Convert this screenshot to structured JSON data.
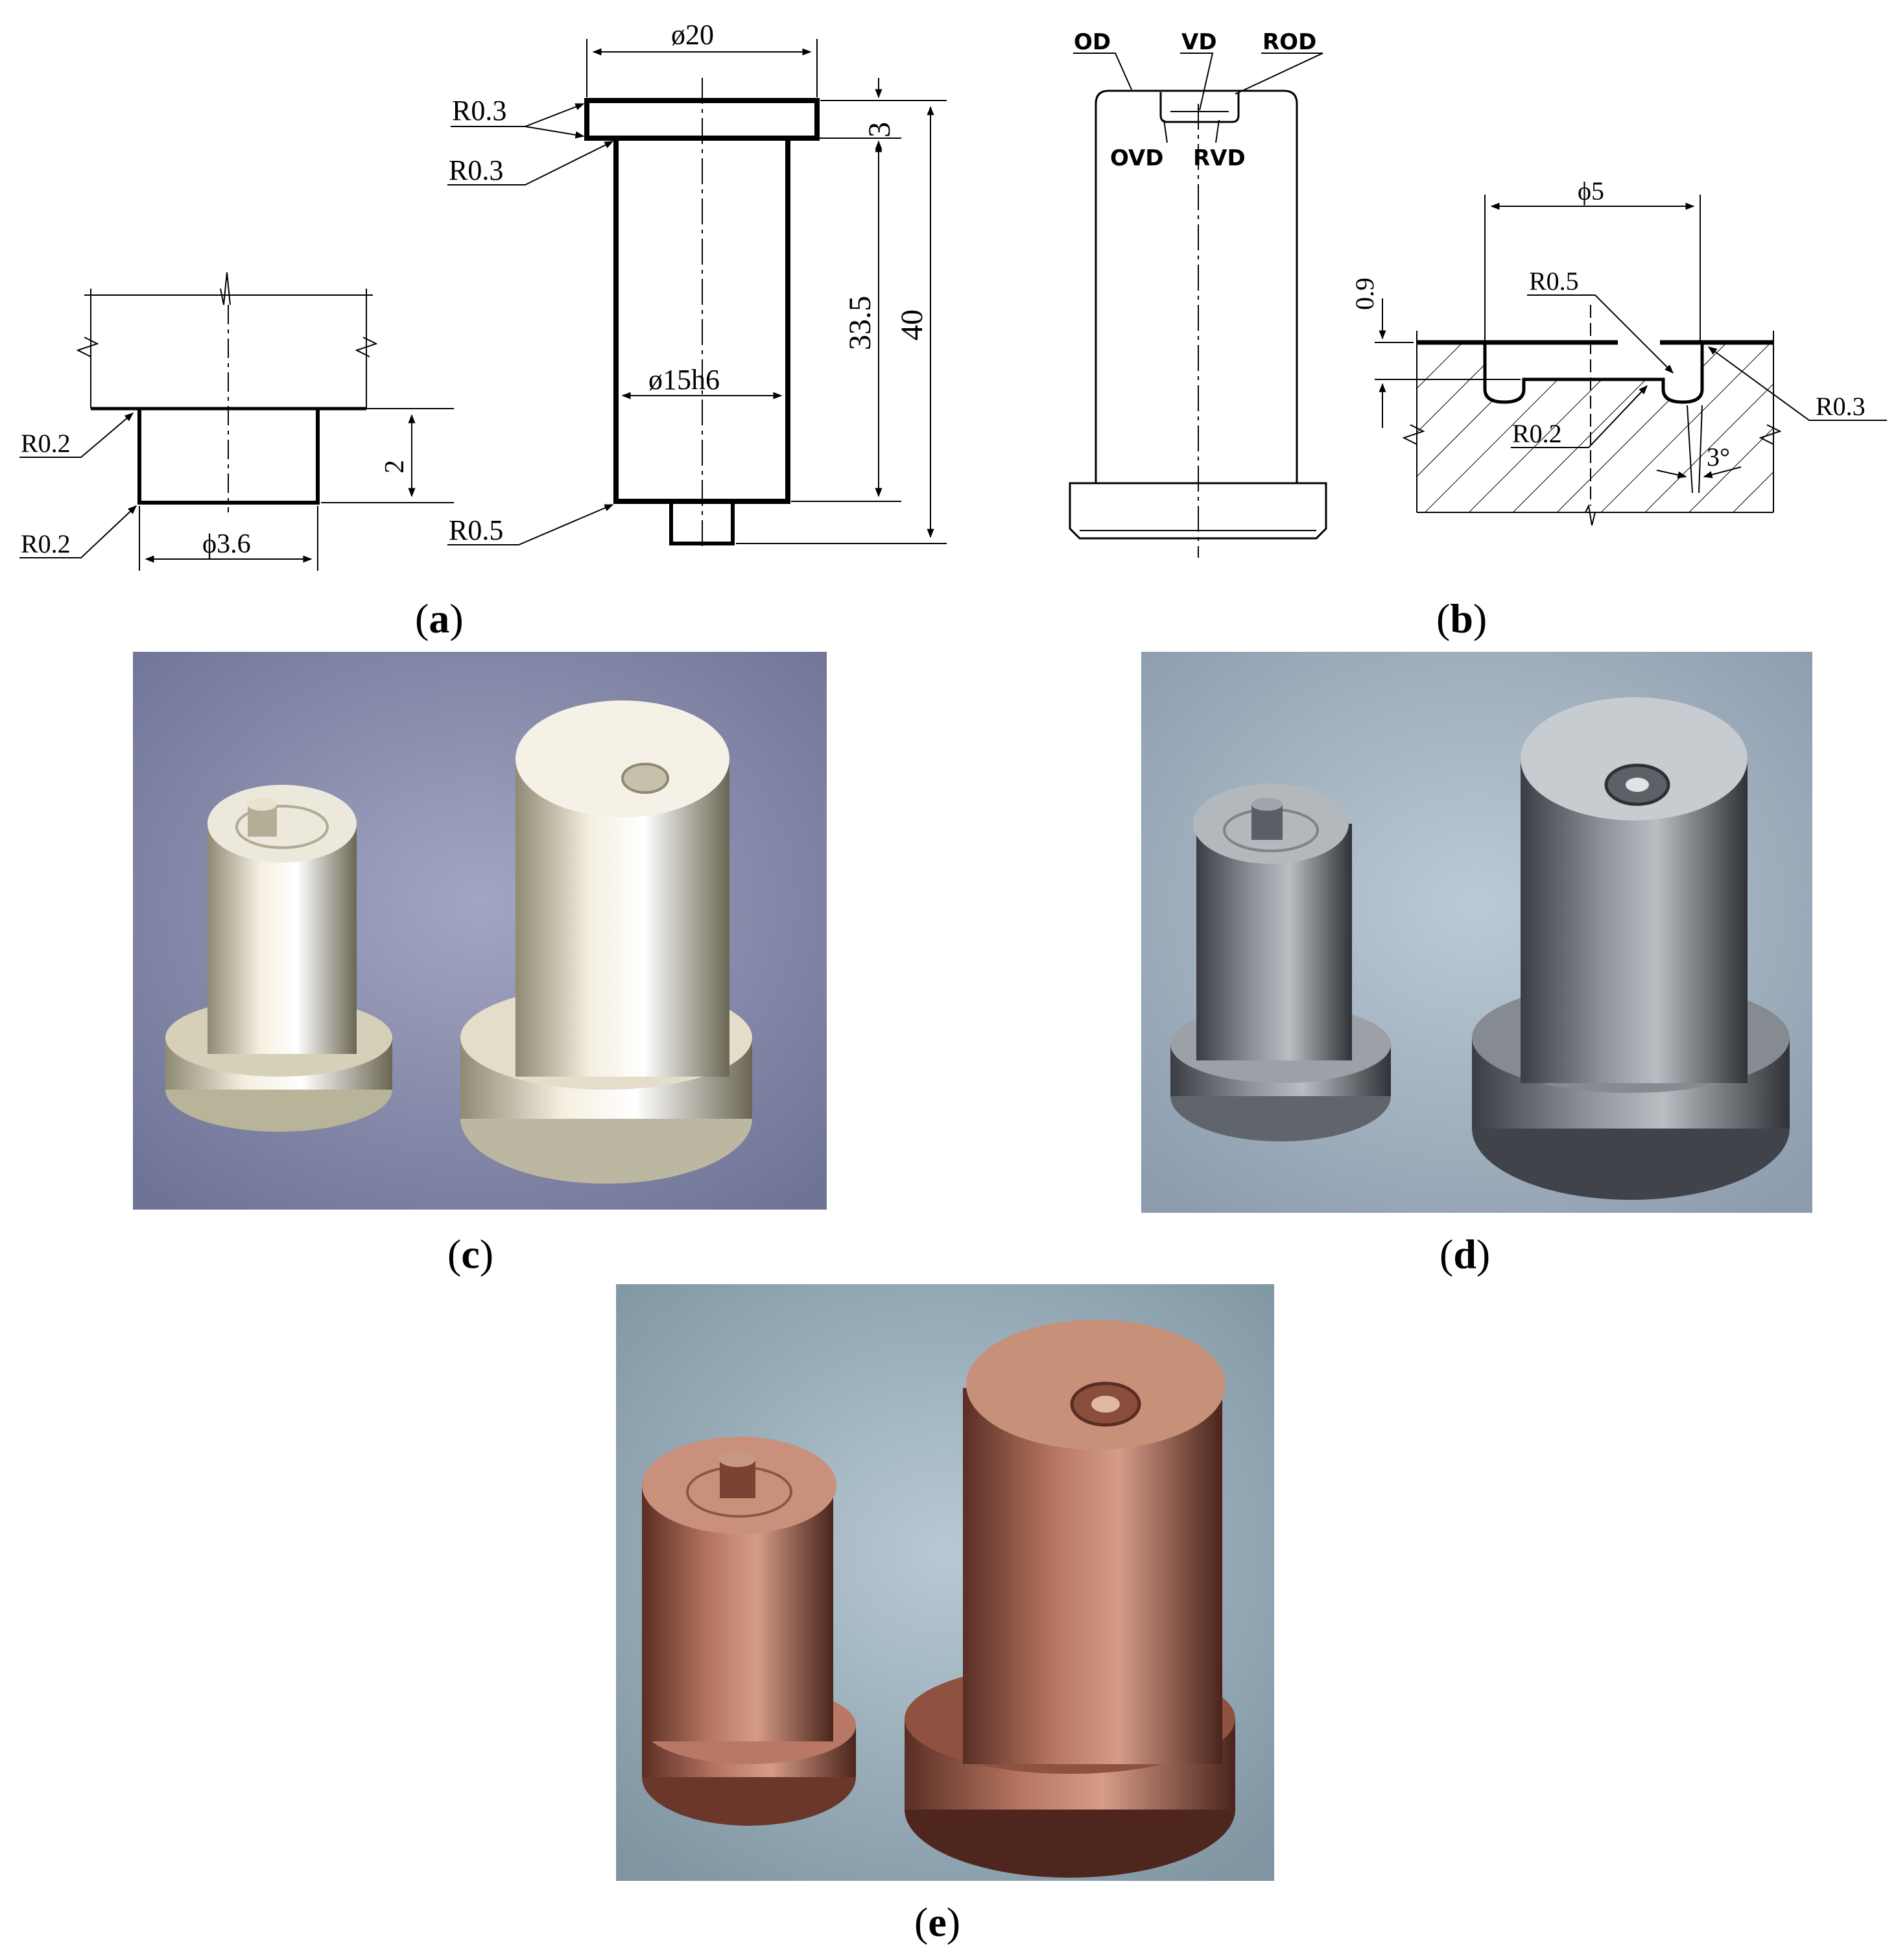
{
  "panel_a": {
    "caption_open": "(",
    "caption_letter": "a",
    "caption_close": ")",
    "labels": {
      "r02_top": "R0.2",
      "r02_bottom": "R0.2",
      "dia_3_6": "ϕ3.6",
      "dim_2": "2",
      "dia_20": "ø20",
      "r03_top": "R0.3",
      "r03_bottom": "R0.3",
      "dim_3": "3",
      "dia_15h6": "ø15h6",
      "dim_33_5": "33.5",
      "dim_40": "40",
      "r05": "R0.5"
    }
  },
  "panel_b": {
    "caption_open": "(",
    "caption_letter": "b",
    "caption_close": ")",
    "labels": {
      "od": "OD",
      "vd": "VD",
      "rod": "ROD",
      "ovd": "OVD",
      "rvd": "RVD",
      "dia_5": "ϕ5",
      "dim_0_9": "0.9",
      "r05": "R0.5",
      "r02": "R0.2",
      "r03": "R0.3",
      "angle_3": "3°"
    }
  },
  "panel_c": {
    "caption_open": "(",
    "caption_letter": "c",
    "caption_close": ")",
    "colors": {
      "background": "#8d91b3",
      "metal": "#e8e2d0"
    }
  },
  "panel_d": {
    "caption_open": "(",
    "caption_letter": "d",
    "caption_close": ")",
    "colors": {
      "background": "#a9b7c6",
      "metal": "#6e7379"
    }
  },
  "panel_e": {
    "caption_open": "(",
    "caption_letter": "e",
    "caption_close": ")",
    "colors": {
      "background": "#a3b7c3",
      "metal": "#9a5a48"
    }
  }
}
